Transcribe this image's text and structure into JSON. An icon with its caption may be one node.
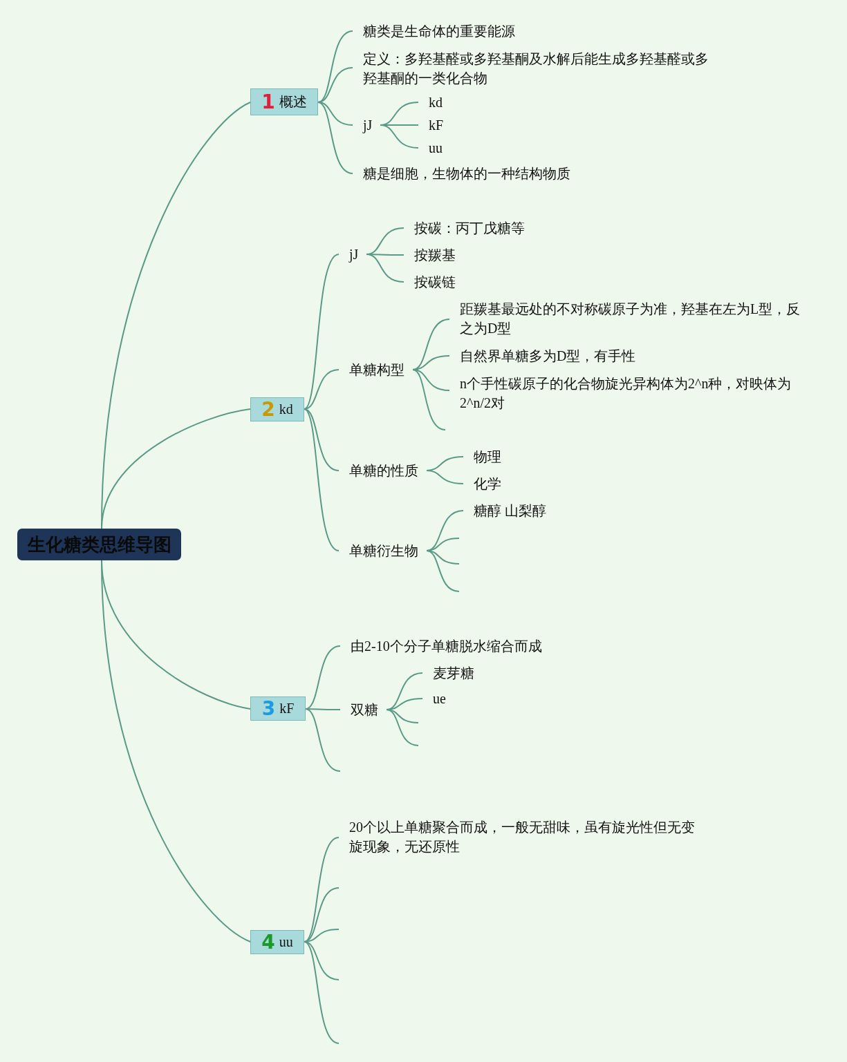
{
  "diagram": {
    "nodes": [
      {
        "text": [
          "生化糖类思维导图"
        ]
      },
      {
        "text": [
          "1",
          "概述"
        ]
      },
      {
        "text": [
          "糖类是生命体的重要能源"
        ]
      },
      {
        "text": [
          "定义：多羟基醛或多羟基酮及水解后能生成多羟基醛或多羟基酮的一类化合物"
        ]
      },
      {
        "text": [
          "jJ"
        ]
      },
      {
        "text": [
          "kd"
        ]
      },
      {
        "text": [
          "kF"
        ]
      },
      {
        "text": [
          "uu"
        ]
      },
      {
        "text": [
          "糖是细胞，生物体的一种结构物质"
        ]
      },
      {
        "text": [
          "2",
          "kd"
        ]
      },
      {
        "text": [
          "jJ"
        ]
      },
      {
        "text": [
          "按碳：丙丁戊糖等"
        ]
      },
      {
        "text": [
          "按羰基"
        ]
      },
      {
        "text": [
          "按碳链"
        ]
      },
      {
        "text": [
          "单糖构型"
        ]
      },
      {
        "text": [
          "距羰基最远处的不对称碳原子为准，羟基在左为L型，反之为D型"
        ]
      },
      {
        "text": [
          "自然界单糖多为D型，有手性"
        ]
      },
      {
        "text": [
          "n个手性碳原子的化合物旋光异构体为2^n种，对映体为2^n/2对"
        ]
      },
      {
        "text": [
          "单糖的性质"
        ]
      },
      {
        "text": [
          "物理"
        ]
      },
      {
        "text": [
          "化学"
        ]
      },
      {
        "text": [
          "单糖衍生物"
        ]
      },
      {
        "text": [
          "糖醇 山梨醇"
        ]
      },
      {
        "text": [
          "3",
          "kF"
        ]
      },
      {
        "text": [
          "由2-10个分子单糖脱水缩合而成"
        ]
      },
      {
        "text": [
          "双糖"
        ]
      },
      {
        "text": [
          "麦芽糖"
        ]
      },
      {
        "text": [
          "ue"
        ]
      },
      {
        "text": [
          "4",
          "uu"
        ]
      },
      {
        "text": [
          "20个以上单糖聚合而成，一般无甜味，虽有旋光性但无变旋现象，无还原性"
        ]
      }
    ],
    "edges": [
      {
        "from": 0,
        "to": 1,
        "arrow": "none"
      },
      {
        "from": 0,
        "to": 9,
        "arrow": "none"
      },
      {
        "from": 0,
        "to": 23,
        "arrow": "none"
      },
      {
        "from": 0,
        "to": 28,
        "arrow": "none"
      },
      {
        "from": 1,
        "to": 2,
        "arrow": "none"
      },
      {
        "from": 1,
        "to": 3,
        "arrow": "none"
      },
      {
        "from": 1,
        "to": 4,
        "arrow": "none"
      },
      {
        "from": 1,
        "to": 8,
        "arrow": "none"
      },
      {
        "from": 4,
        "to": 5,
        "arrow": "none"
      },
      {
        "from": 4,
        "to": 6,
        "arrow": "none"
      },
      {
        "from": 4,
        "to": 7,
        "arrow": "none"
      },
      {
        "from": 9,
        "to": 10,
        "arrow": "none"
      },
      {
        "from": 9,
        "to": 14,
        "arrow": "none"
      },
      {
        "from": 9,
        "to": 18,
        "arrow": "none"
      },
      {
        "from": 9,
        "to": 21,
        "arrow": "none"
      },
      {
        "from": 10,
        "to": 11,
        "arrow": "none"
      },
      {
        "from": 10,
        "to": 12,
        "arrow": "none"
      },
      {
        "from": 10,
        "to": 13,
        "arrow": "none"
      },
      {
        "from": 14,
        "to": 15,
        "arrow": "none"
      },
      {
        "from": 14,
        "to": 16,
        "arrow": "none"
      },
      {
        "from": 14,
        "to": 17,
        "arrow": "none"
      },
      {
        "from": 14,
        "to": null,
        "arrow": "none"
      },
      {
        "from": 18,
        "to": 19,
        "arrow": "none"
      },
      {
        "from": 18,
        "to": 20,
        "arrow": "none"
      },
      {
        "from": 21,
        "to": 22,
        "arrow": "none"
      },
      {
        "from": 21,
        "to": null,
        "arrow": "none"
      },
      {
        "from": 21,
        "to": null,
        "arrow": "none"
      },
      {
        "from": 21,
        "to": null,
        "arrow": "none"
      },
      {
        "from": 23,
        "to": 24,
        "arrow": "none"
      },
      {
        "from": 23,
        "to": 25,
        "arrow": "none"
      },
      {
        "from": 23,
        "to": null,
        "arrow": "none"
      },
      {
        "from": 25,
        "to": 26,
        "arrow": "none"
      },
      {
        "from": 25,
        "to": 27,
        "arrow": "none"
      },
      {
        "from": 25,
        "to": null,
        "arrow": "none"
      },
      {
        "from": 25,
        "to": null,
        "arrow": "none"
      },
      {
        "from": 28,
        "to": 29,
        "arrow": "none"
      },
      {
        "from": 28,
        "to": null,
        "arrow": "none"
      },
      {
        "from": 28,
        "to": null,
        "arrow": "none"
      },
      {
        "from": 28,
        "to": null,
        "arrow": "none"
      },
      {
        "from": 28,
        "to": null,
        "arrow": "none"
      }
    ]
  }
}
